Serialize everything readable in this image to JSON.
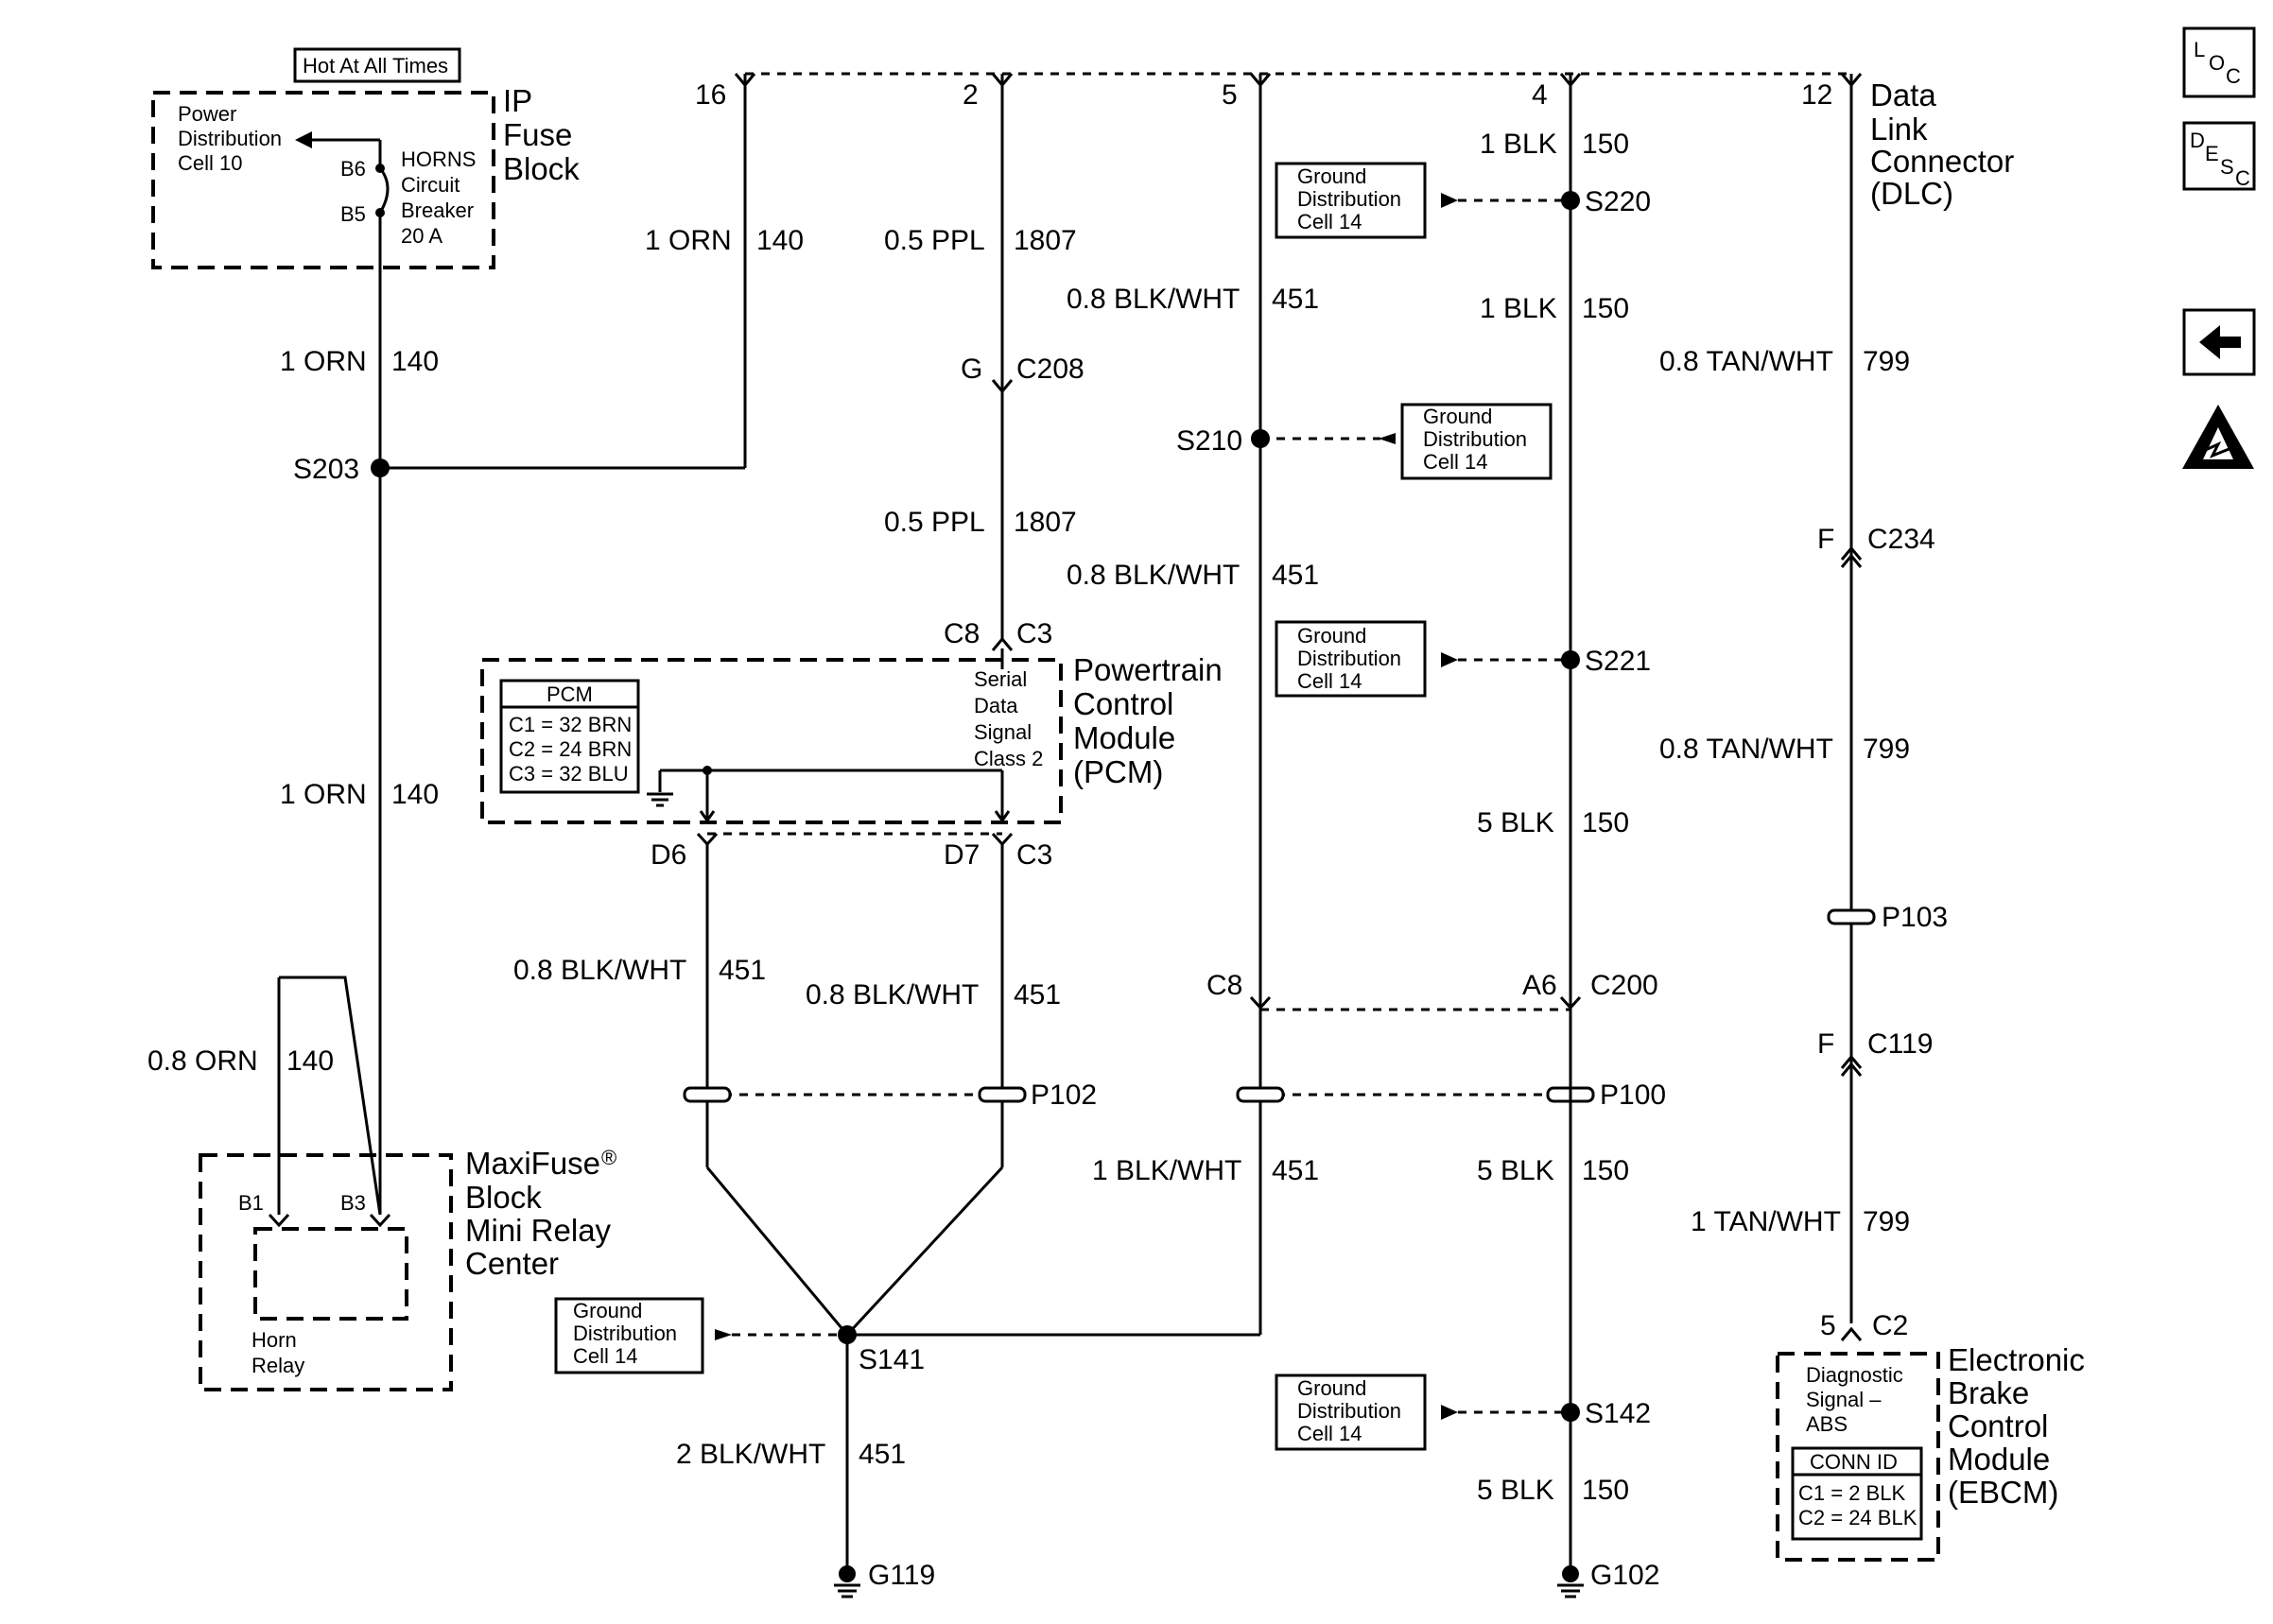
{
  "diagram": {
    "hot_label": "Hot At All Times",
    "ip_fuse": {
      "line1": "IP",
      "line2": "Fuse",
      "line3": "Block"
    },
    "power_dist": {
      "line1": "Power",
      "line2": "Distribution",
      "line3": "Cell 10"
    },
    "horns_cb": {
      "line1": "HORNS",
      "line2": "Circuit",
      "line3": "Breaker",
      "line4": "20 A"
    },
    "pins": {
      "b6": "B6",
      "b5": "B5",
      "b1": "B1",
      "b3": "B3"
    },
    "dlc": {
      "line1": "Data",
      "line2": "Link",
      "line3": "Connector",
      "line4": "(DLC)",
      "pins": [
        "16",
        "2",
        "5",
        "4",
        "12"
      ]
    },
    "pcm": {
      "line1": "Powertrain",
      "line2": "Control",
      "line3": "Module",
      "line4": "(PCM)",
      "table_title": "PCM",
      "table_rows": [
        "C1 = 32 BRN",
        "C2 = 24 BRN",
        "C3 = 32 BLU"
      ],
      "signal": {
        "line1": "Serial",
        "line2": "Data",
        "line3": "Signal",
        "line4": "Class 2"
      }
    },
    "maxifuse": {
      "line1": "MaxiFuse",
      "reg": "®",
      "line2": "Block",
      "line3": "Mini Relay",
      "line4": "Center",
      "relay1": "Horn",
      "relay2": "Relay"
    },
    "ebcm": {
      "line1": "Electronic",
      "line2": "Brake",
      "line3": "Control",
      "line4": "Module",
      "line5": "(EBCM)",
      "diag1": "Diagnostic",
      "diag2": "Signal –",
      "diag3": "ABS",
      "conn_title": "CONN ID",
      "conn_rows": [
        "C1 = 2 BLK",
        "C2 = 24 BLK"
      ]
    },
    "ground_dist": {
      "line1": "Ground",
      "line2": "Distribution",
      "line3": "Cell 14"
    },
    "wires": {
      "w1": "1 ORN",
      "w1n": "140",
      "w2": "1 ORN",
      "w2n": "140",
      "w3": "1 ORN",
      "w3n": "140",
      "w4": "0.8 ORN",
      "w4n": "140",
      "w5": "0.5 PPL",
      "w5n": "1807",
      "w6": "0.5 PPL",
      "w6n": "1807",
      "w7": "0.8 BLK/WHT",
      "w7n": "451",
      "w8": "0.8 BLK/WHT",
      "w8n": "451",
      "w9": "1 BLK",
      "w9n": "150",
      "w10": "1 BLK",
      "w10n": "150",
      "w11": "5 BLK",
      "w11n": "150",
      "w12": "5 BLK",
      "w12n": "150",
      "w13": "5 BLK",
      "w13n": "150",
      "w14": "0.8 TAN/WHT",
      "w14n": "799",
      "w15": "0.8 TAN/WHT",
      "w15n": "799",
      "w16": "1 TAN/WHT",
      "w16n": "799",
      "w17": "0.8 BLK/WHT",
      "w17n": "451",
      "w18": "0.8 BLK/WHT",
      "w18n": "451",
      "w19": "1 BLK/WHT",
      "w19n": "451",
      "w20": "2 BLK/WHT",
      "w20n": "451"
    },
    "connectors": {
      "g": "G",
      "c208": "C208",
      "c8a": "C8",
      "c3a": "C3",
      "d6": "D6",
      "d7": "D7",
      "c3b": "C3",
      "c8b": "C8",
      "a6": "A6",
      "c200": "C200",
      "f1": "F",
      "c234": "C234",
      "p103": "P103",
      "f2": "F",
      "c119": "C119",
      "p102": "P102",
      "p100": "P100",
      "n5": "5",
      "c2": "C2"
    },
    "splices": {
      "s203": "S203",
      "s210": "S210",
      "s220": "S220",
      "s221": "S221",
      "s141": "S141",
      "s142": "S142"
    },
    "grounds": {
      "g119": "G119",
      "g102": "G102"
    },
    "side_icons": {
      "loc": [
        "L",
        "O",
        "C"
      ],
      "desc": [
        "D",
        "E",
        "S",
        "C"
      ]
    }
  }
}
